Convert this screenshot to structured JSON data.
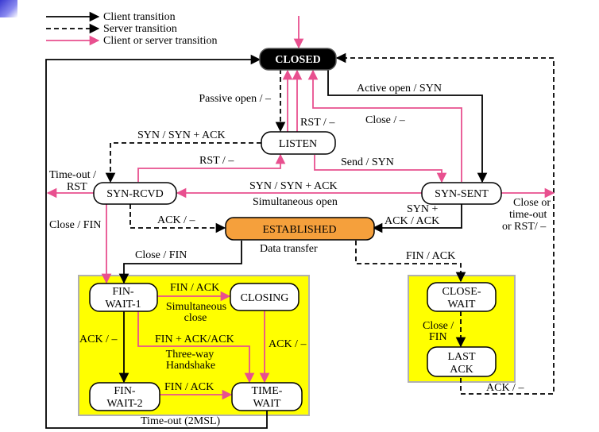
{
  "legend": {
    "client": "Client transition",
    "server": "Server transition",
    "both": "Client or server transition"
  },
  "states": {
    "closed": "CLOSED",
    "listen": "LISTEN",
    "syn_rcvd": "SYN-RCVD",
    "syn_sent": "SYN-SENT",
    "established": "ESTABLISHED",
    "fin_wait_1": [
      "FIN-",
      "WAIT-1"
    ],
    "closing": "CLOSING",
    "fin_wait_2": [
      "FIN-",
      "WAIT-2"
    ],
    "time_wait": [
      "TIME-",
      "WAIT"
    ],
    "close_wait": [
      "CLOSE-",
      "WAIT"
    ],
    "last_ack": [
      "LAST",
      "ACK"
    ]
  },
  "labels": {
    "passive_open": "Passive open / –",
    "active_open": "Active open / SYN",
    "rst_closed": "RST / –",
    "close_listen": "Close / –",
    "syn_synack": "SYN / SYN + ACK",
    "rst_listen": "RST / –",
    "send_syn": "Send / SYN",
    "timeout_rst": [
      "Time-out /",
      "RST"
    ],
    "syn_synack_sim": "SYN / SYN + ACK",
    "simultaneous_open": "Simultaneous open",
    "close_or_timeout": [
      "Close or",
      "time-out",
      "or RST/ –"
    ],
    "syn_plus_ack": [
      "SYN +",
      "ACK / ACK"
    ],
    "ack_dash": "ACK / –",
    "close_fin_left": "Close / FIN",
    "close_fin_center": "Close / FIN",
    "data_transfer": "Data transfer",
    "fin_ack_right": "FIN / ACK",
    "fin_ack_closing": "FIN / ACK",
    "simultaneous_close": [
      "Simultaneous",
      "close"
    ],
    "ack_dash_fw1": "ACK / –",
    "fin_ack_ack": "FIN + ACK/ACK",
    "three_way": [
      "Three-way",
      "Handshake"
    ],
    "ack_dash_closing": "ACK / –",
    "fin_ack_fw2": "FIN / ACK",
    "close_fin_cw": [
      "Close /",
      "FIN"
    ],
    "ack_dash_last": "ACK / –",
    "timeout_2msl": "Time-out (2MSL)"
  },
  "colors": {
    "client_line": "#000000",
    "both_line": "#e8508f",
    "yellow_region": "#ffff00",
    "region_border": "#b0b0b0",
    "closed_fill": "#000000",
    "established_fill": "#f5a03c"
  }
}
